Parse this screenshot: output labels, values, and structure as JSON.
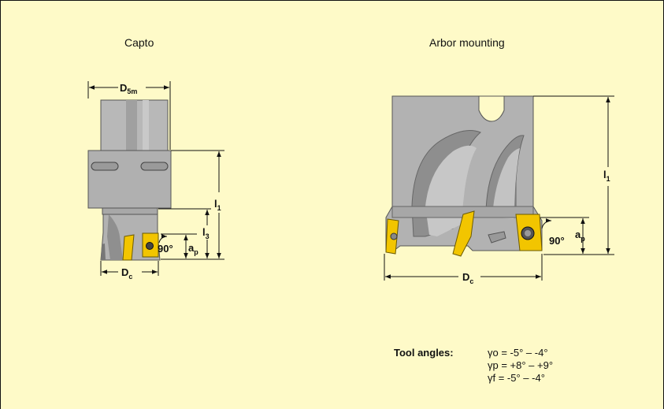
{
  "captions": {
    "capto": "Capto",
    "arbor": "Arbor mounting"
  },
  "capto_dims": {
    "d5m": "D",
    "d5m_sub": "5m",
    "dc": "D",
    "dc_sub": "c",
    "l1": "l",
    "l1_sub": "1",
    "l3": "l",
    "l3_sub": "3",
    "angle": "90°",
    "ap": "a",
    "ap_sub": "p"
  },
  "arbor_dims": {
    "dc": "D",
    "dc_sub": "c",
    "l1": "l",
    "l1_sub": "1",
    "angle": "90°",
    "ap": "a",
    "ap_sub": "p"
  },
  "tool_angles": {
    "title": "Tool angles:",
    "lines": [
      "γo = -5° – -4°",
      "γp = +8° – +9°",
      "γf =  -5° – -4°"
    ]
  },
  "colors": {
    "background": "#fefac8",
    "steel": "#b3b3b3",
    "steel_dark": "#8a8a8a",
    "insert": "#f2c500"
  }
}
